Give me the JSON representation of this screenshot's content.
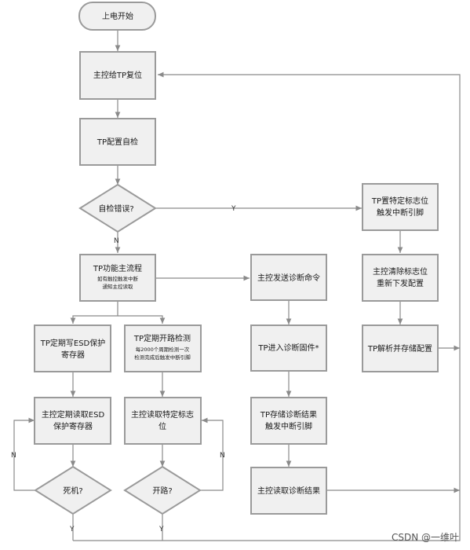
{
  "nodes": {
    "start": "上电开始",
    "reset": "主控给TP复位",
    "selfcheck": "TP配置自检",
    "check_err": "自检错误?",
    "set_flag": [
      "TP置特定标志位",
      "触发中断引脚"
    ],
    "clear_flag": [
      "主控清除标志位",
      "重新下发配置"
    ],
    "parse_store": "TP解析并存储配置",
    "main_flow": "TP功能主流程",
    "main_flow_note": [
      "如有触控触发中断",
      "通知主控读取"
    ],
    "send_diag": "主控发送诊断命令",
    "diag_fw": "TP进入诊断固件*",
    "store_diag": [
      "TP存储诊断结果",
      "触发中断引脚"
    ],
    "read_diag": "主控读取诊断结果",
    "esd_write": [
      "TP定期写ESD保护",
      "寄存器"
    ],
    "open_detect": "TP定期开路检测",
    "open_note": [
      "每2000个周期检测一次",
      "检测完成后触发中断引脚"
    ],
    "esd_read": [
      "主控定期读取ESD",
      "保护寄存器"
    ],
    "read_flag": [
      "主控读取特定标志",
      "位"
    ],
    "dead": "死机?",
    "open_q": "开路?"
  },
  "labels": {
    "yes": "Y",
    "no": "N"
  },
  "watermark": "CSDN @一维叶",
  "colors": {
    "fill": "#f0f0f0",
    "stroke": "#9a9a9a",
    "line": "#8a8a8a"
  }
}
